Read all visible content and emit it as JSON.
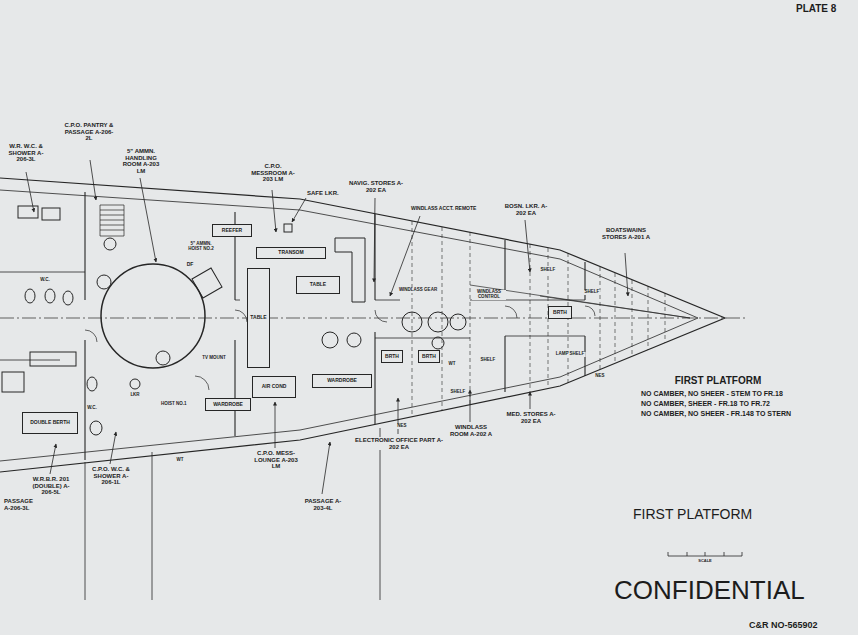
{
  "diagram": {
    "title": "FIRST PLATFORM",
    "nodes": [
      {
        "text": [
          "REEFER"
        ]
      },
      {
        "text": [
          "TRANSOM"
        ]
      },
      {
        "text": [
          "TABLE"
        ]
      },
      {
        "text": [
          "TABLE"
        ]
      },
      {
        "text": [
          "AIR COND"
        ]
      },
      {
        "text": [
          "WARDROBE"
        ]
      },
      {
        "text": [
          "WARDROBE"
        ]
      },
      {
        "text": [
          "DOUBLE BERTH"
        ]
      },
      {
        "text": [
          "BRTH"
        ]
      },
      {
        "text": [
          "BRTH"
        ]
      },
      {
        "text": [
          "BRTH"
        ]
      }
    ],
    "labels": [
      "PLATE 8",
      "W.R. W.C. & SHOWER A-206-3L",
      "C.P.O. PANTRY & PASSAGE A-206-2L",
      "5\" AMMN. HANDLING ROOM A-203 LM",
      "C.P.O. MESSROOM A-203 LM",
      "SAFE LKR.",
      "NAVIG. STORES A-202 EA",
      "WINDLASS ACCT. REMOTE",
      "BOSN. LKR. A-202 EA",
      "BOATSWAINS STORES A-201 A",
      "C.P.O. MESS-LOUNGE A-203 LM",
      "PASSAGE A-203-4L",
      "ELECTRONIC OFFICE PART A-202 EA",
      "WINDLASS ROOM A-202 A",
      "MED. STORES A-202 EA",
      "C.P.O. W.C. & SHOWER A-206-1L",
      "W.R.B.R. 201 (DOUBLE) A-206-5L",
      "PASSAGE A-206-3L",
      "FIRST PLATFORM",
      "NO CAMBER, NO SHEER - STEM TO FR.18",
      "NO CAMBER, SHEER - FR.18 TO FR.72",
      "NO CAMBER, NO SHEER - FR.148 TO STERN",
      "SCALE",
      "CONFIDENTIAL",
      "C&R NO-565902",
      "WINDLASS GEAR",
      "WINDLASS CONTROL",
      "SHELF",
      "SHELF",
      "SHELF",
      "SHELF",
      "LAMP SHELF",
      "5\" AMMN. HOIST NO.2",
      "HOIST NO.1",
      "TV MOUNT",
      "DF",
      "W.C.",
      "W.C.",
      "NES",
      "NES",
      "WT",
      "WT",
      "LKR"
    ]
  }
}
